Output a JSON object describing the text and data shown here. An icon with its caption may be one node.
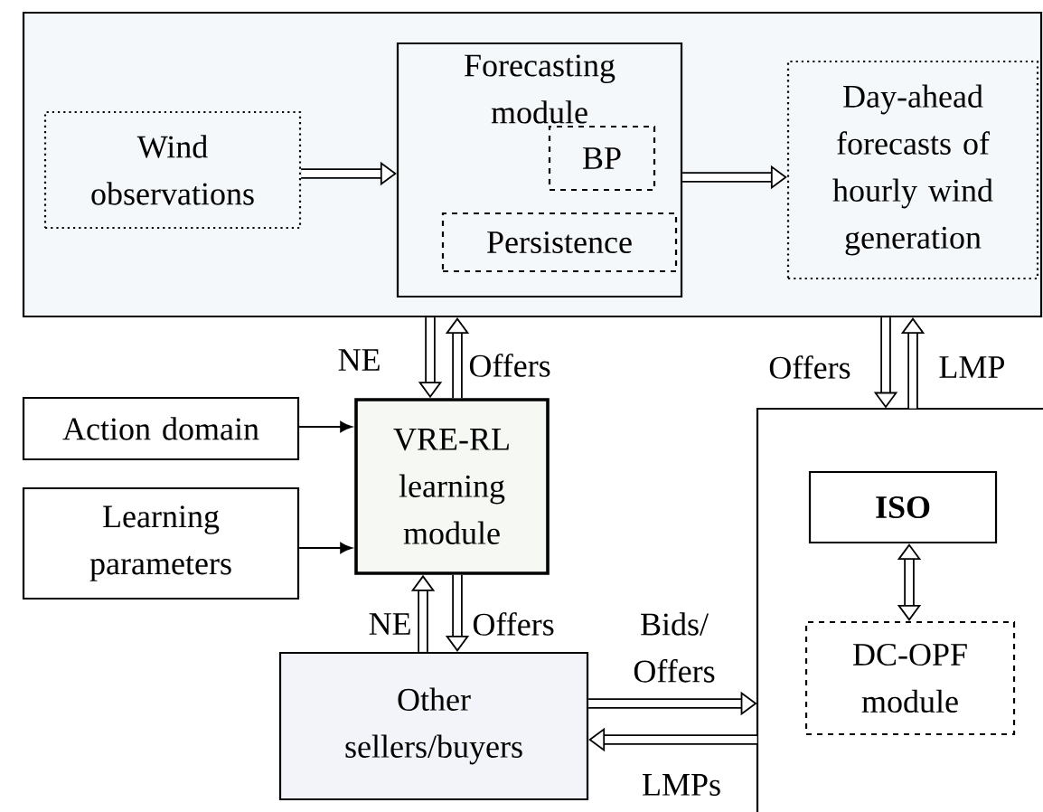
{
  "diagram": {
    "nodes": [
      {
        "text": [],
        "shape": "box"
      },
      {
        "text": [
          "Wind observations"
        ],
        "in": 0
      },
      {
        "text": [
          "Forecasting module"
        ],
        "in": 0
      },
      {
        "text": [
          "BP"
        ],
        "in": 2
      },
      {
        "text": [
          "Persistence"
        ],
        "in": 2
      },
      {
        "text": [
          "Day-ahead forecasts of hourly wind generation"
        ],
        "in": 0
      },
      {
        "text": [
          "Action domain"
        ]
      },
      {
        "text": [
          "Learning parameters"
        ]
      },
      {
        "text": [
          "VRE-RL learning module"
        ]
      },
      {
        "text": [
          "Other sellers/buyers"
        ]
      },
      {
        "text": [],
        "shape": "box"
      },
      {
        "text": [
          "ISO"
        ],
        "in": 10
      },
      {
        "text": [
          "DC-OPF module"
        ],
        "in": 10
      }
    ],
    "edges": [
      {
        "from": 1,
        "to": 2,
        "arrow": "to"
      },
      {
        "from": 2,
        "to": 5,
        "arrow": "to"
      },
      {
        "from": 0,
        "to": 8,
        "arrow": "to",
        "label": "NE"
      },
      {
        "from": 8,
        "to": 0,
        "arrow": "to",
        "label": "Offers"
      },
      {
        "from": 0,
        "to": 10,
        "arrow": "to",
        "label": "Offers"
      },
      {
        "from": 10,
        "to": 0,
        "arrow": "to",
        "label": "LMP"
      },
      {
        "from": 6,
        "to": 8,
        "arrow": "to"
      },
      {
        "from": 7,
        "to": 8,
        "arrow": "to"
      },
      {
        "from": 9,
        "to": 8,
        "arrow": "to",
        "label": "NE"
      },
      {
        "from": 8,
        "to": 9,
        "arrow": "to",
        "label": "Offers"
      },
      {
        "from": 9,
        "to": 10,
        "arrow": "to",
        "label": "Bids/ Offers"
      },
      {
        "from": 10,
        "to": 9,
        "arrow": "to",
        "label": "LMPs"
      },
      {
        "from": 11,
        "to": 12,
        "arrow": "both"
      }
    ]
  }
}
